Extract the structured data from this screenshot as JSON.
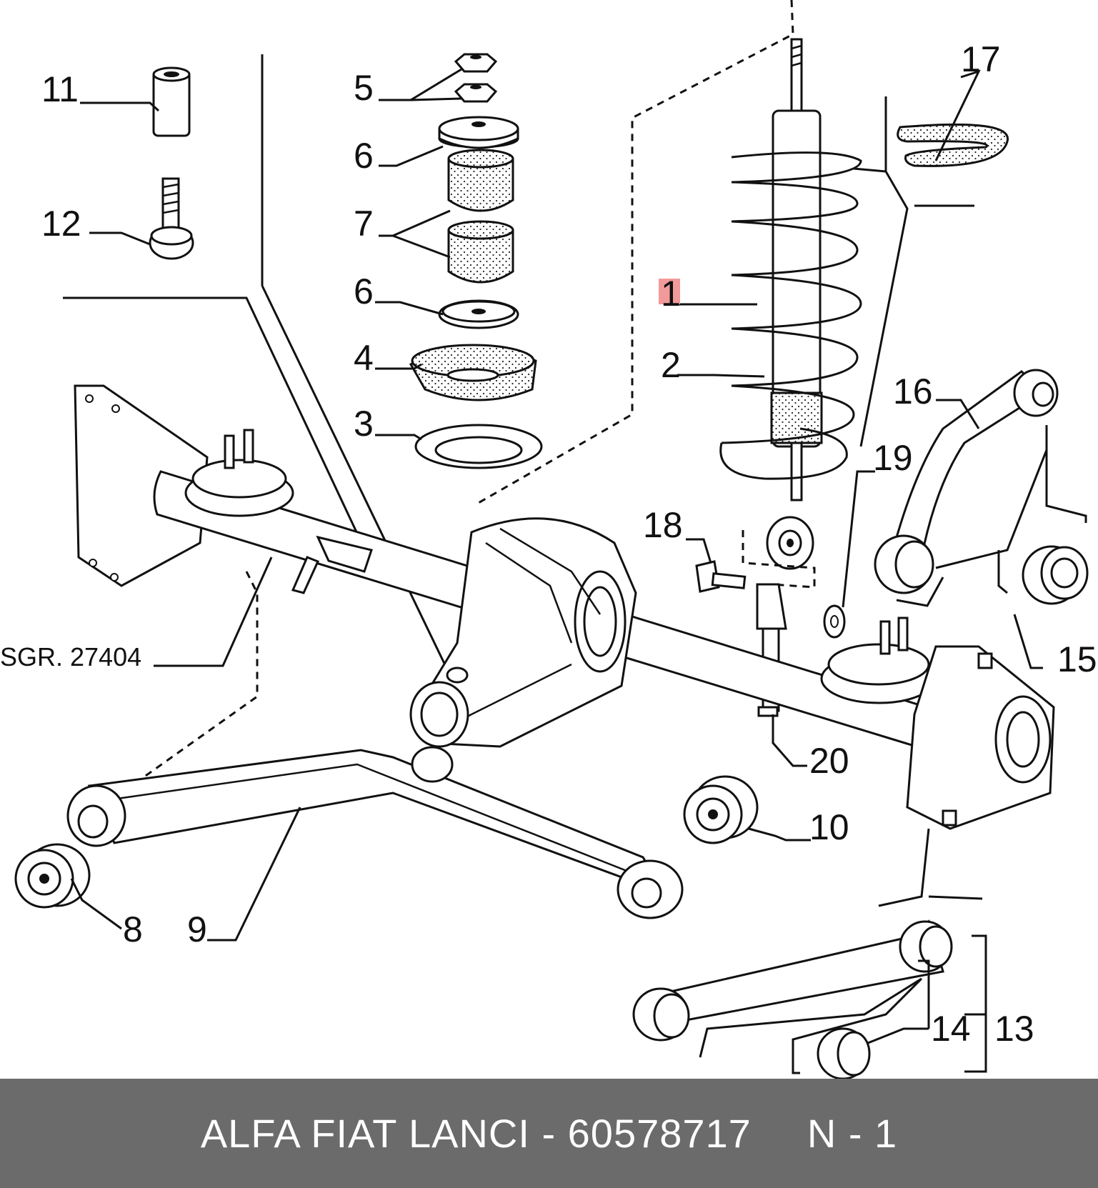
{
  "diagram": {
    "reference_label": "SGR. 27404",
    "callouts": [
      {
        "id": "1",
        "text": "1",
        "highlighted": true
      },
      {
        "id": "2",
        "text": "2"
      },
      {
        "id": "3",
        "text": "3"
      },
      {
        "id": "4",
        "text": "4"
      },
      {
        "id": "5",
        "text": "5"
      },
      {
        "id": "6a",
        "text": "6"
      },
      {
        "id": "6b",
        "text": "6"
      },
      {
        "id": "7",
        "text": "7"
      },
      {
        "id": "8",
        "text": "8"
      },
      {
        "id": "9",
        "text": "9"
      },
      {
        "id": "10",
        "text": "10"
      },
      {
        "id": "11",
        "text": "11"
      },
      {
        "id": "12",
        "text": "12"
      },
      {
        "id": "13",
        "text": "13"
      },
      {
        "id": "14",
        "text": "14"
      },
      {
        "id": "15",
        "text": "15"
      },
      {
        "id": "16",
        "text": "16"
      },
      {
        "id": "17",
        "text": "17"
      },
      {
        "id": "18",
        "text": "18"
      },
      {
        "id": "19",
        "text": "19"
      },
      {
        "id": "20",
        "text": "20"
      }
    ],
    "highlight_color": "#f29a9a"
  },
  "footer": {
    "brand_part": "ALFA FIAT LANCI - 60578717",
    "page_ref": "N - 1",
    "background": "#6b6b6b"
  }
}
